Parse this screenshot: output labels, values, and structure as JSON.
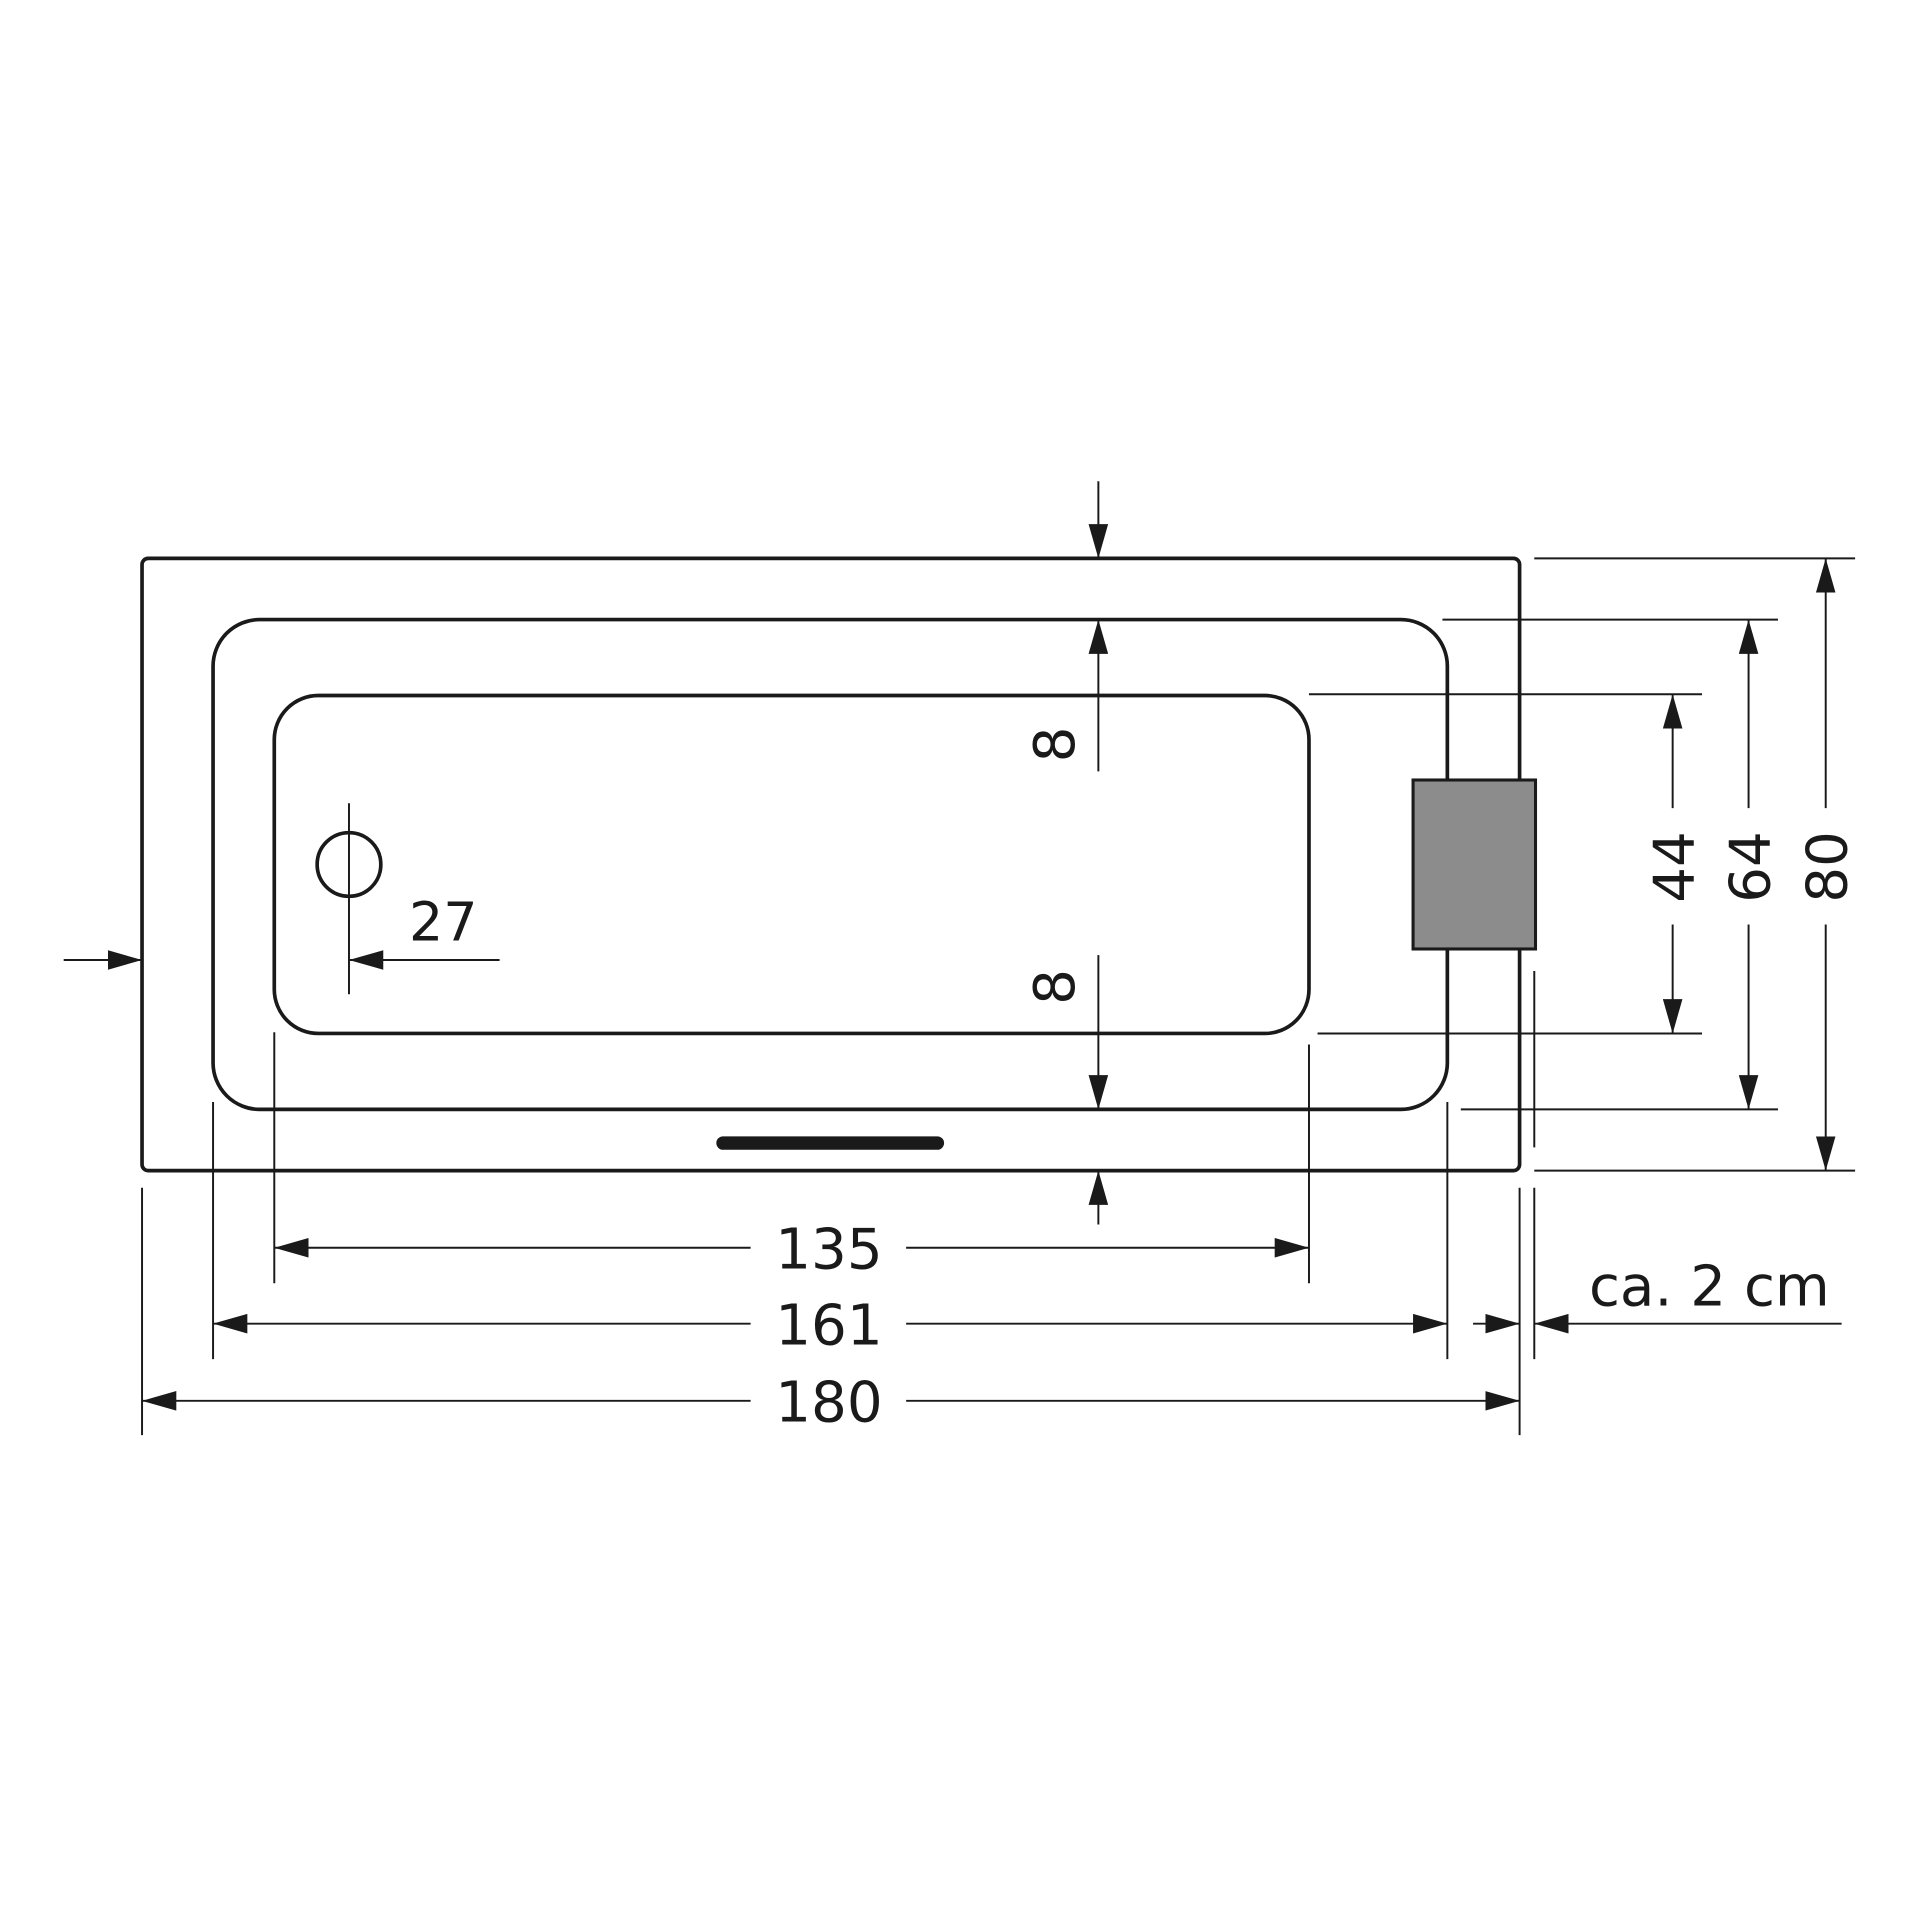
{
  "drawing": {
    "colors": {
      "line": "#1a1a1a",
      "control_box": "#8c8c8c",
      "background": "#ffffff"
    },
    "dimensions": {
      "length_outer": "180",
      "length_middle": "161",
      "length_inner": "135",
      "width_outer": "80",
      "width_middle": "64",
      "width_inner": "44",
      "rim_top": "8",
      "rim_bottom": "8",
      "drain_offset": "27",
      "gap": "ca. 2 cm"
    }
  }
}
